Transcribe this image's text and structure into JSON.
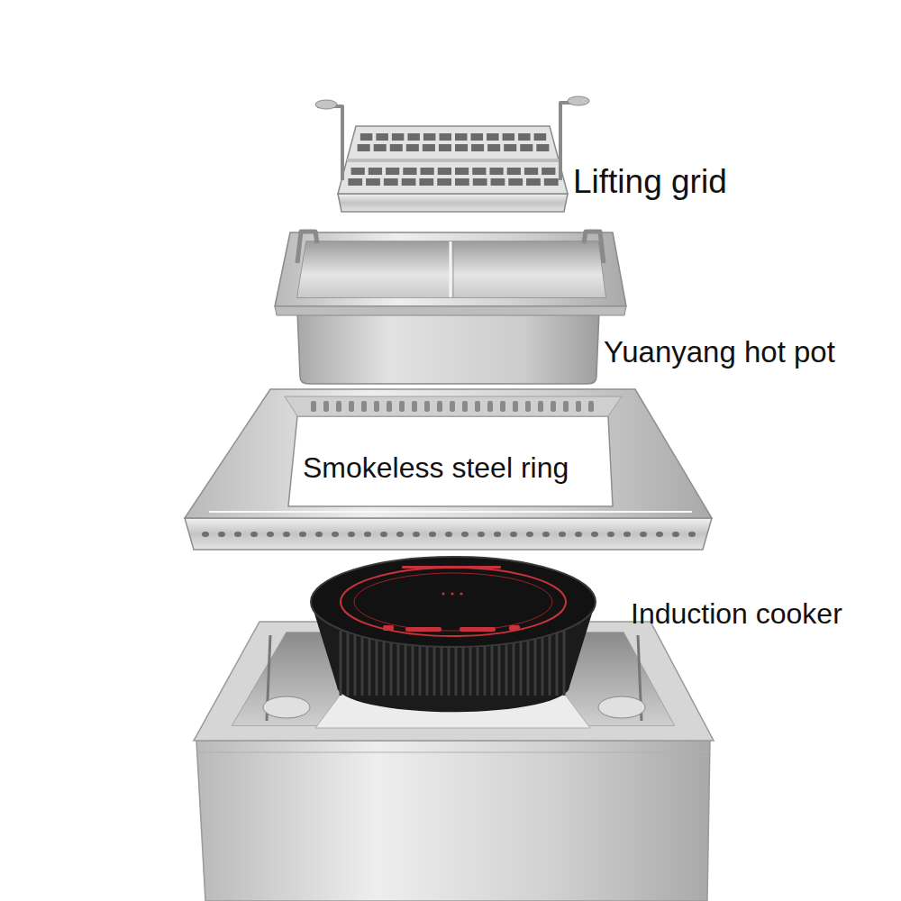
{
  "diagram": {
    "labels": [
      "Lifting grid",
      "Yuanyang hot pot",
      "Smokeless steel ring",
      "Induction cooker"
    ]
  }
}
